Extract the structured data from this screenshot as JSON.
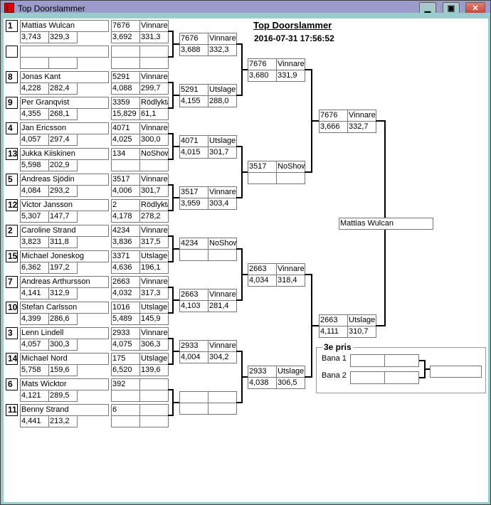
{
  "window": {
    "title": "Top Doorslammer",
    "buttons": {
      "minimize": "▁",
      "maximize": "▣",
      "close": "✕"
    }
  },
  "header": {
    "title": "Top Doorslammer",
    "datetime": "2016-07-31 17:56:52"
  },
  "entrants": [
    {
      "seed": "1",
      "name": "Mattias Wulcan",
      "rt": "3,743",
      "speed": "329,3",
      "r1": {
        "num": "7676",
        "status": "Vinnare",
        "et": "3,692",
        "mph": "331,3"
      }
    },
    {
      "seed": "",
      "name": "",
      "rt": "",
      "speed": "",
      "r1": {
        "num": "",
        "status": "",
        "et": "",
        "mph": ""
      }
    },
    {
      "seed": "8",
      "name": "Jonas Kant",
      "rt": "4,228",
      "speed": "282,4",
      "r1": {
        "num": "5291",
        "status": "Vinnare",
        "et": "4,088",
        "mph": "299,7"
      }
    },
    {
      "seed": "9",
      "name": "Per Granqvist",
      "rt": "4,355",
      "speed": "268,1",
      "r1": {
        "num": "3359",
        "status": "Rödlykta",
        "et": "15,829",
        "mph": "61,1"
      }
    },
    {
      "seed": "4",
      "name": "Jan Ericsson",
      "rt": "4,057",
      "speed": "297,4",
      "r1": {
        "num": "4071",
        "status": "Vinnare",
        "et": "4,025",
        "mph": "300,0"
      }
    },
    {
      "seed": "13",
      "name": "Jukka Kiiskinen",
      "rt": "5,598",
      "speed": "202,9",
      "r1": {
        "num": "134",
        "status": "NoShow",
        "et": "",
        "mph": ""
      }
    },
    {
      "seed": "5",
      "name": "Andreas Sjödin",
      "rt": "4,084",
      "speed": "293,2",
      "r1": {
        "num": "3517",
        "status": "Vinnare",
        "et": "4,006",
        "mph": "301,7"
      }
    },
    {
      "seed": "12",
      "name": "Victor Jansson",
      "rt": "5,307",
      "speed": "147,7",
      "r1": {
        "num": "2",
        "status": "Rödlykta",
        "et": "4,178",
        "mph": "278,2"
      }
    },
    {
      "seed": "2",
      "name": "Caroline Strand",
      "rt": "3,823",
      "speed": "311,8",
      "r1": {
        "num": "4234",
        "status": "Vinnare",
        "et": "3,836",
        "mph": "317,5"
      }
    },
    {
      "seed": "15",
      "name": "Michael Joneskog",
      "rt": "6,362",
      "speed": "197,2",
      "r1": {
        "num": "3371",
        "status": "Utslagen",
        "et": "4,636",
        "mph": "196,1"
      }
    },
    {
      "seed": "7",
      "name": "Andreas Arthursson",
      "rt": "4,141",
      "speed": "312,9",
      "r1": {
        "num": "2663",
        "status": "Vinnare",
        "et": "4,032",
        "mph": "317,3"
      }
    },
    {
      "seed": "10",
      "name": "Stefan Carlsson",
      "rt": "4,399",
      "speed": "286,6",
      "r1": {
        "num": "1016",
        "status": "Utslagen",
        "et": "5,489",
        "mph": "145,9"
      }
    },
    {
      "seed": "3",
      "name": "Lenn Lindell",
      "rt": "4,057",
      "speed": "300,3",
      "r1": {
        "num": "2933",
        "status": "Vinnare",
        "et": "4,075",
        "mph": "306,3"
      }
    },
    {
      "seed": "14",
      "name": "Michael Nord",
      "rt": "5,758",
      "speed": "159,6",
      "r1": {
        "num": "175",
        "status": "Utslagen",
        "et": "6,520",
        "mph": "139,6"
      }
    },
    {
      "seed": "6",
      "name": "Mats Wicktor",
      "rt": "4,121",
      "speed": "289,5",
      "r1": {
        "num": "392",
        "status": "",
        "et": "",
        "mph": ""
      }
    },
    {
      "seed": "11",
      "name": "Benny Strand",
      "rt": "4,441",
      "speed": "213,2",
      "r1": {
        "num": "6",
        "status": "",
        "et": "",
        "mph": ""
      }
    }
  ],
  "round2": [
    {
      "num": "7676",
      "status": "Vinnare",
      "et": "3,688",
      "mph": "332,3"
    },
    {
      "num": "5291",
      "status": "Utslagen",
      "et": "4,155",
      "mph": "288,0"
    },
    {
      "num": "4071",
      "status": "Utslagen",
      "et": "4,015",
      "mph": "301,7"
    },
    {
      "num": "3517",
      "status": "Vinnare",
      "et": "3,959",
      "mph": "303,4"
    },
    {
      "num": "4234",
      "status": "NoShow",
      "et": "",
      "mph": ""
    },
    {
      "num": "2663",
      "status": "Vinnare",
      "et": "4,103",
      "mph": "281,4"
    },
    {
      "num": "2933",
      "status": "Vinnare",
      "et": "4,004",
      "mph": "304,2"
    },
    {
      "num": "",
      "status": "",
      "et": "",
      "mph": ""
    }
  ],
  "round3": [
    {
      "num": "7676",
      "status": "Vinnare",
      "et": "3,680",
      "mph": "331,9"
    },
    {
      "num": "3517",
      "status": "NoShow",
      "et": "",
      "mph": ""
    },
    {
      "num": "2663",
      "status": "Vinnare",
      "et": "4,034",
      "mph": "318,4"
    },
    {
      "num": "2933",
      "status": "Utslagen",
      "et": "4,038",
      "mph": "306,5"
    }
  ],
  "semifinal": [
    {
      "num": "7676",
      "status": "Vinnare",
      "et": "3,666",
      "mph": "332,7"
    },
    {
      "num": "2663",
      "status": "Utslagen",
      "et": "4,111",
      "mph": "310,7"
    }
  ],
  "final": {
    "winner": "Mattias Wulcan"
  },
  "third_place": {
    "title": "3e pris",
    "lane1_label": "Bana 1",
    "lane2_label": "Bana 2",
    "lane1": [
      "",
      ""
    ],
    "lane2": [
      "",
      ""
    ],
    "winner": ""
  }
}
